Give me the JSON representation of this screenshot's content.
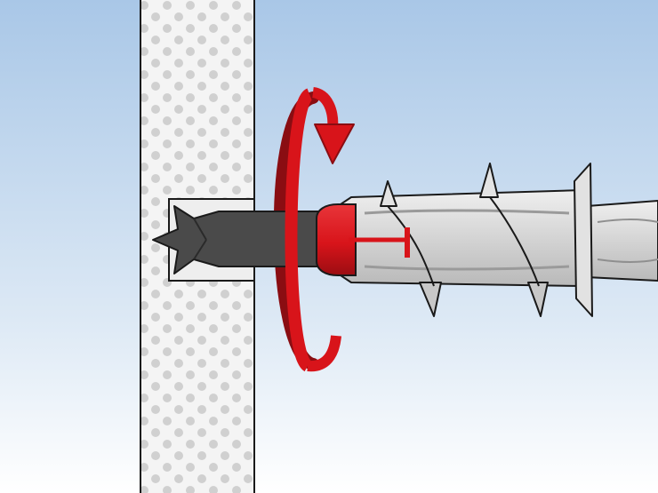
{
  "colors": {
    "background_top": "#a9c7e7",
    "background_bottom": "#ffffff",
    "wall_fill": "#f4f4f4",
    "wall_dots": "#d0d0d0",
    "outline": "#1a1a1a",
    "bit_fill": "#4a4a4a",
    "anchor_fill": "#d9d9d9",
    "anchor_shadow": "#b3b3b3",
    "accent_red": "#d8141a",
    "accent_red_dark": "#8a0d12"
  },
  "icons": {
    "rotation": "rotation-arrow-icon",
    "wall": "drywall-section",
    "anchor": "drywall-anchor",
    "drill_bit": "screwdriver-bit"
  }
}
